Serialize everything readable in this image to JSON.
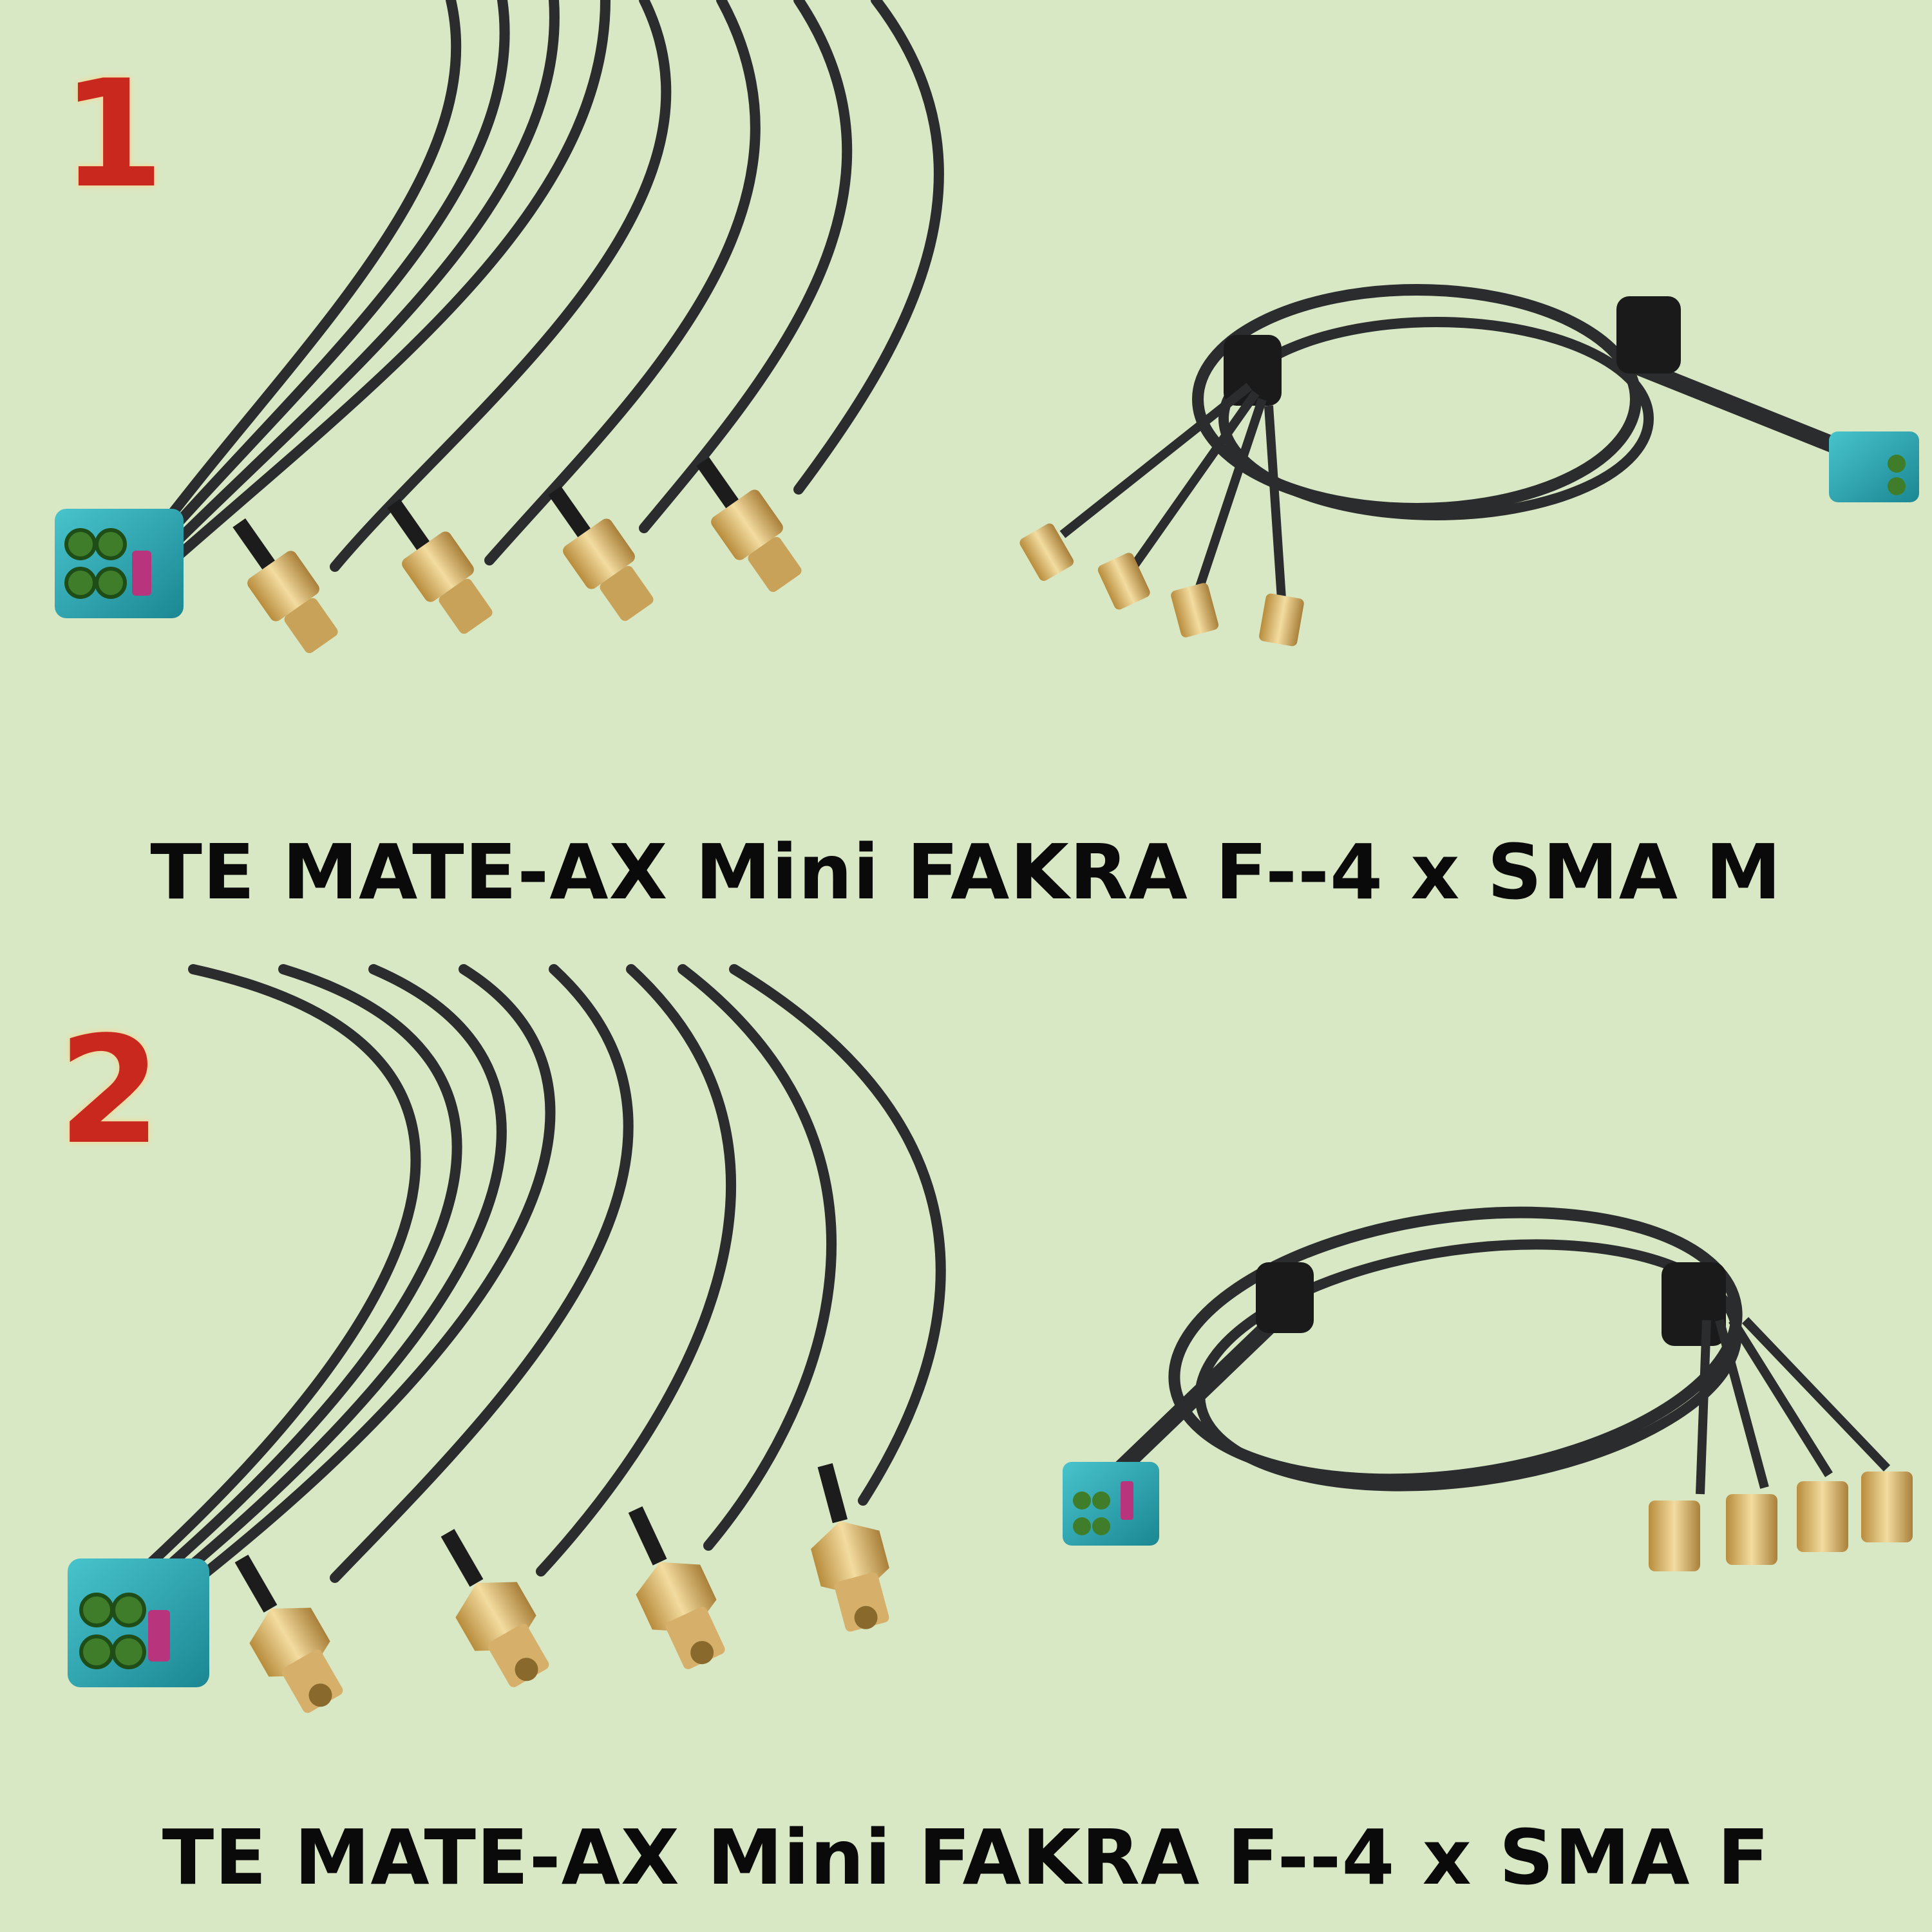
{
  "section1": {
    "number": "1",
    "caption": "TE MATE-AX Mini FAKRA F--4 x SMA M"
  },
  "section2": {
    "number": "2",
    "caption": "TE MATE-AX Mini FAKRA F--4 x SMA F"
  },
  "colors": {
    "background": "#d9e8c4",
    "number": "#c8281e",
    "caption": "#0a0a0a",
    "cable": "#2a2c2e",
    "fakra_body": "#2aa7b3",
    "fakra_latch": "#b8357e",
    "sma_gold": "#d9b26a"
  }
}
